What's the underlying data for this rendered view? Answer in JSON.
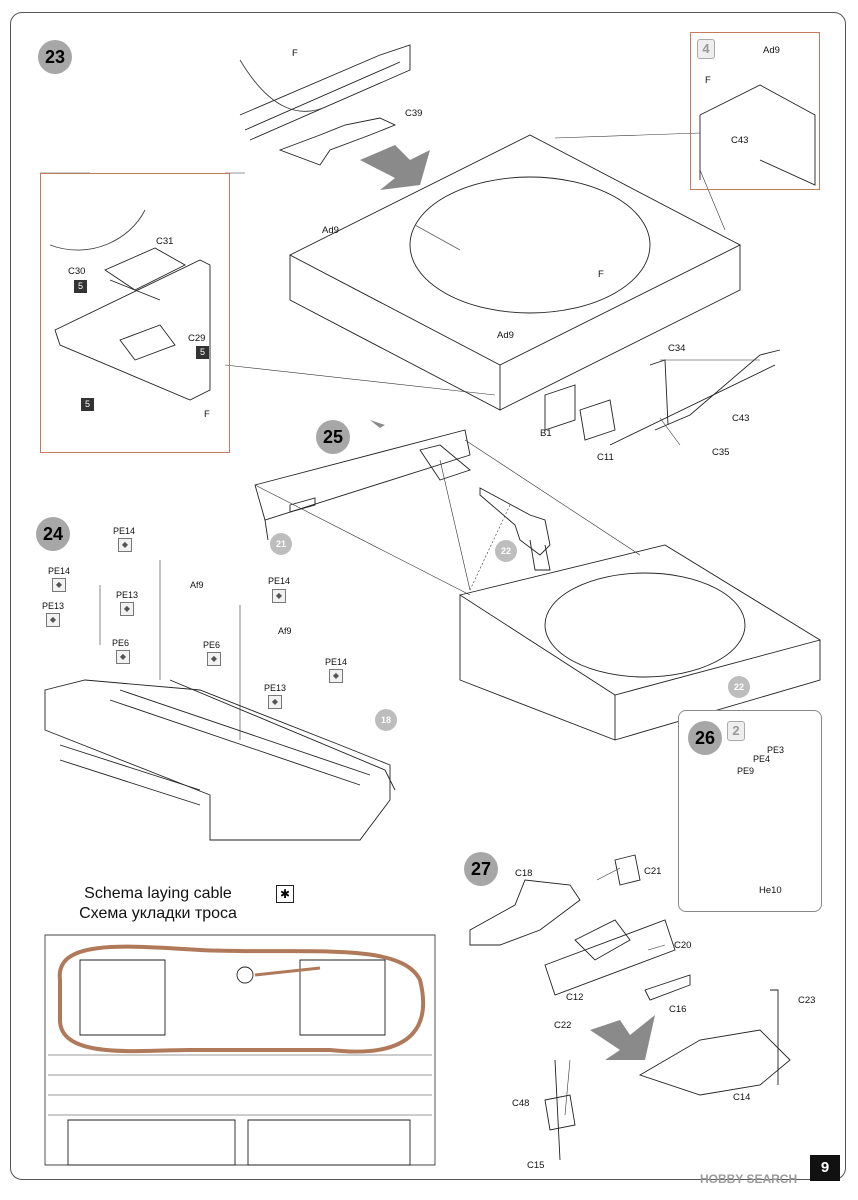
{
  "steps": {
    "s23": {
      "number": "23",
      "labels": {
        "f1": "F",
        "c39": "C39",
        "ad9a": "Ad9",
        "ad9b": "Ad9",
        "f2": "F",
        "c34": "C34",
        "b1": "B1",
        "c11": "C11",
        "c43": "C43",
        "c35": "C35"
      },
      "inset_left": {
        "c31": "C31",
        "c30": "C30",
        "c29": "C29",
        "f": "F",
        "sq1": "5",
        "sq2": "5",
        "sq3": "5"
      },
      "inset_right": {
        "multiplier": "4",
        "ad9": "Ad9",
        "f": "F",
        "c43": "C43"
      }
    },
    "s24": {
      "number": "24",
      "labels": {
        "pe14a": "PE14",
        "pe14b": "PE14",
        "pe14c": "PE14",
        "pe14d": "PE14",
        "pe13a": "PE13",
        "pe13b": "PE13",
        "pe13c": "PE13",
        "af9a": "Af9",
        "af9b": "Af9",
        "pe6a": "PE6",
        "pe6b": "PE6",
        "sub18": "18"
      }
    },
    "s25": {
      "number": "25",
      "labels": {
        "sub21": "21",
        "sub22a": "22",
        "sub22b": "22"
      }
    },
    "s26": {
      "number": "26",
      "labels": {
        "multiplier": "2",
        "pe3": "PE3",
        "pe4": "PE4",
        "pe9": "PE9",
        "he10": "He10"
      }
    },
    "s27": {
      "number": "27",
      "labels": {
        "c18": "C18",
        "c21": "C21",
        "c20": "C20",
        "c12": "C12",
        "c16": "C16",
        "c23": "C23",
        "c22": "C22",
        "c48": "C48",
        "c14": "C14",
        "c15": "C15"
      }
    }
  },
  "schema": {
    "title_en": "Schema laying cable",
    "title_ru": "Схема укладки троса",
    "symbol": "✱"
  },
  "page_number": "9",
  "watermark": "HOBBY SEARCH",
  "colors": {
    "step_circle": "#a7a7a7",
    "inset_border": "#c47b5a",
    "cable": "#b07a5a",
    "arrow": "#8a8a8a"
  }
}
